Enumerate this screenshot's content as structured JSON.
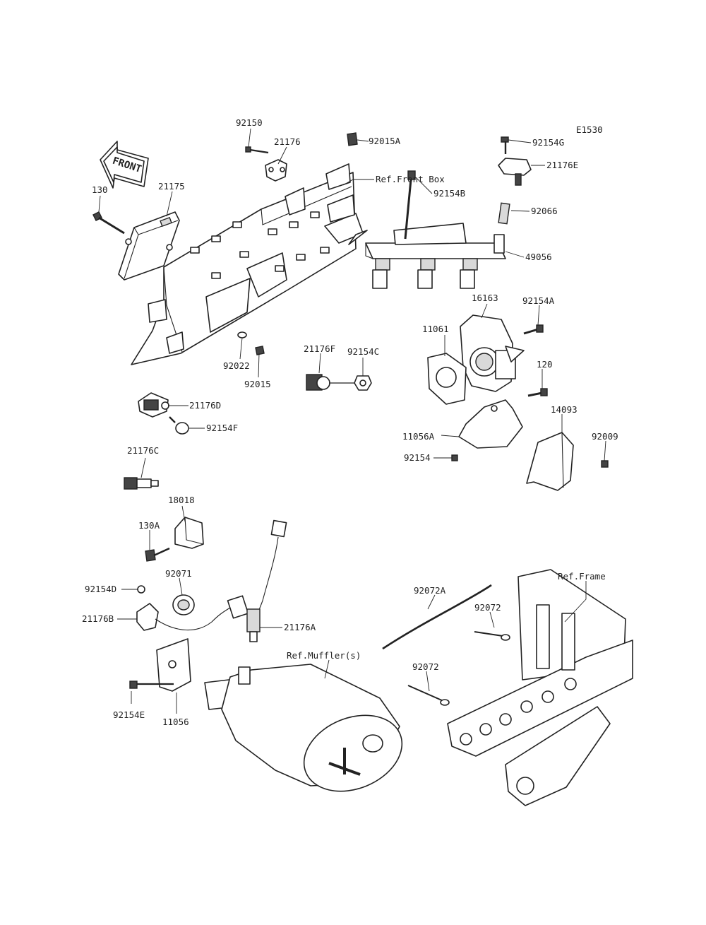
{
  "diagram_code": "E1530",
  "front_arrow_text": "FRONT",
  "callouts": [
    {
      "id": "c-92150",
      "text": "92150"
    },
    {
      "id": "c-21176",
      "text": "21176"
    },
    {
      "id": "c-92015A",
      "text": "92015A"
    },
    {
      "id": "c-ref-front-box",
      "text": "Ref.Front Box"
    },
    {
      "id": "c-92154G",
      "text": "92154G"
    },
    {
      "id": "c-21176E",
      "text": "21176E"
    },
    {
      "id": "c-130",
      "text": "130"
    },
    {
      "id": "c-21175",
      "text": "21175"
    },
    {
      "id": "c-92154B",
      "text": "92154B"
    },
    {
      "id": "c-92066",
      "text": "92066"
    },
    {
      "id": "c-49056",
      "text": "49056"
    },
    {
      "id": "c-16163",
      "text": "16163"
    },
    {
      "id": "c-92154A",
      "text": "92154A"
    },
    {
      "id": "c-11061",
      "text": "11061"
    },
    {
      "id": "c-21176F",
      "text": "21176F"
    },
    {
      "id": "c-92154C",
      "text": "92154C"
    },
    {
      "id": "c-92022",
      "text": "92022"
    },
    {
      "id": "c-92015",
      "text": "92015"
    },
    {
      "id": "c-120",
      "text": "120"
    },
    {
      "id": "c-14093",
      "text": "14093"
    },
    {
      "id": "c-21176D",
      "text": "21176D"
    },
    {
      "id": "c-92154F",
      "text": "92154F"
    },
    {
      "id": "c-11056A",
      "text": "11056A"
    },
    {
      "id": "c-92009",
      "text": "92009"
    },
    {
      "id": "c-92154",
      "text": "92154"
    },
    {
      "id": "c-21176C",
      "text": "21176C"
    },
    {
      "id": "c-18018",
      "text": "18018"
    },
    {
      "id": "c-130A",
      "text": "130A"
    },
    {
      "id": "c-92071",
      "text": "92071"
    },
    {
      "id": "c-92154D",
      "text": "92154D"
    },
    {
      "id": "c-ref-frame",
      "text": "Ref.Frame"
    },
    {
      "id": "c-92072A",
      "text": "92072A"
    },
    {
      "id": "c-92072-a",
      "text": "92072"
    },
    {
      "id": "c-21176B",
      "text": "21176B"
    },
    {
      "id": "c-21176A",
      "text": "21176A"
    },
    {
      "id": "c-ref-muffler",
      "text": "Ref.Muffler(s)"
    },
    {
      "id": "c-92072-b",
      "text": "92072"
    },
    {
      "id": "c-92154E",
      "text": "92154E"
    },
    {
      "id": "c-11056",
      "text": "11056"
    }
  ]
}
